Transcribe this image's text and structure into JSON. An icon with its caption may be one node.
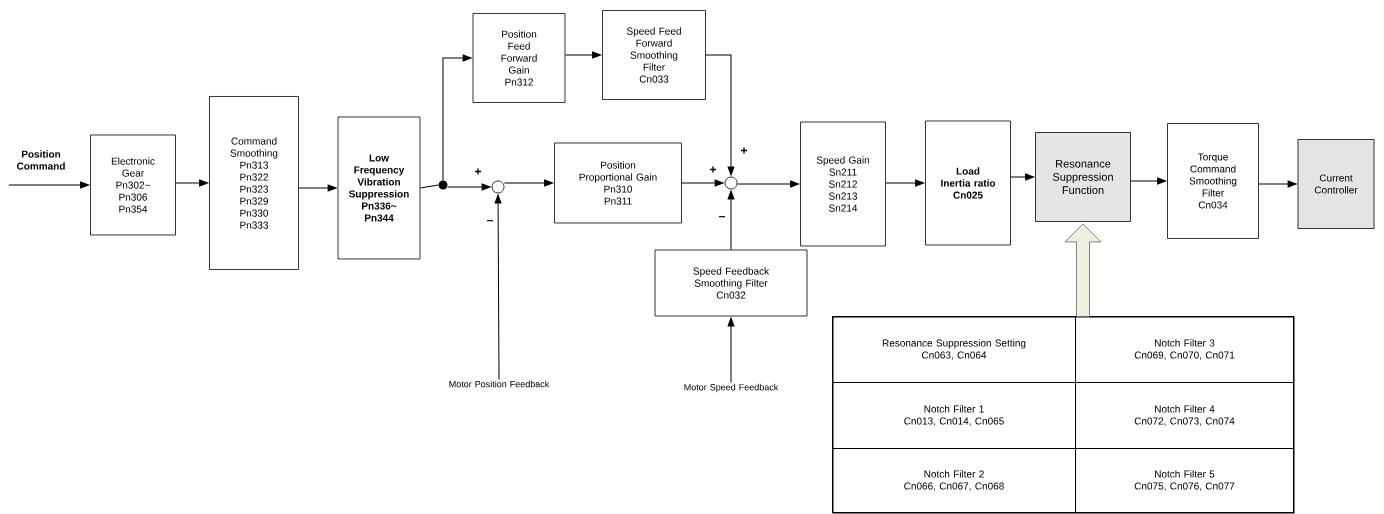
{
  "diagram": {
    "nodes": [
      {
        "text": [
          "Position Command"
        ]
      },
      {
        "text": [
          "Electronic Gear",
          "Pn302~ Pn306 Pn354"
        ]
      },
      {
        "text": [
          "Command Smoothing",
          "Pn313 Pn322 Pn323 Pn329 Pn330 Pn333"
        ]
      },
      {
        "text": [
          "Low Frequency Vibration Suppression",
          "Pn336~ Pn344"
        ]
      },
      {
        "text": [],
        "shape": "dot"
      },
      {
        "text": [
          "Position Feed Forward Gain",
          "Pn312"
        ]
      },
      {
        "text": [
          "Speed Feed Forward Smoothing Filter",
          "Cn033"
        ]
      },
      {
        "text": [],
        "shape": "circle"
      },
      {
        "text": [
          "Position Proportional Gain",
          "Pn310",
          "Pn311"
        ]
      },
      {
        "text": [],
        "shape": "circle"
      },
      {
        "text": [
          "Speed Feedback Smoothing Filter",
          "Cn032"
        ]
      },
      {
        "text": [
          "Speed Gain",
          "Sn211 Sn212 Sn213 Sn214"
        ]
      },
      {
        "text": [
          "Load Inertia ratio",
          "Cn025"
        ]
      },
      {
        "text": [
          "Resonance Suppression Function"
        ]
      },
      {
        "text": [
          "Torque Command Smoothing Filter",
          "Cn034"
        ]
      },
      {
        "text": [
          "Current Controller"
        ]
      },
      {
        "text": [
          "Motor Position Feedback"
        ]
      },
      {
        "text": [
          "Motor Speed Feedback"
        ]
      },
      {
        "text": [],
        "shape": "box"
      },
      {
        "text": [
          "Resonance Suppression Setting",
          "Cn063, Cn064"
        ],
        "in": 18
      },
      {
        "text": [
          "Notch Filter 3",
          "Cn069, Cn070, Cn071"
        ],
        "in": 18
      },
      {
        "text": [
          "Notch Filter 1",
          "Cn013, Cn014, Cn065"
        ],
        "in": 18
      },
      {
        "text": [
          "Notch Filter 4",
          "Cn072, Cn073, Cn074"
        ],
        "in": 18
      },
      {
        "text": [
          "Notch Filter 2",
          "Cn066, Cn067, Cn068"
        ],
        "in": 18
      },
      {
        "text": [
          "Notch Filter 5",
          "Cn075, Cn076, Cn077"
        ],
        "in": 18
      }
    ],
    "edges": [
      {
        "from": 0,
        "to": 1,
        "arrow": "to"
      },
      {
        "from": 1,
        "to": 2,
        "arrow": "to"
      },
      {
        "from": 2,
        "to": 3,
        "arrow": "to"
      },
      {
        "from": 3,
        "to": 4,
        "arrow": "none"
      },
      {
        "from": 4,
        "to": 5,
        "arrow": "to"
      },
      {
        "from": 4,
        "to": 7,
        "arrow": "to"
      },
      {
        "from": 5,
        "to": 6,
        "arrow": "to"
      },
      {
        "from": 6,
        "to": 9,
        "arrow": "to"
      },
      {
        "from": 7,
        "to": 8,
        "arrow": "to"
      },
      {
        "from": 8,
        "to": 9,
        "arrow": "to"
      },
      {
        "from": 10,
        "to": 9,
        "arrow": "to"
      },
      {
        "from": 16,
        "to": 7,
        "arrow": "to"
      },
      {
        "from": 17,
        "to": 10,
        "arrow": "to"
      },
      {
        "from": 9,
        "to": 11,
        "arrow": "to"
      },
      {
        "from": 11,
        "to": 12,
        "arrow": "to"
      },
      {
        "from": 12,
        "to": 13,
        "arrow": "to"
      },
      {
        "from": 13,
        "to": 14,
        "arrow": "to"
      },
      {
        "from": 14,
        "to": 15,
        "arrow": "to"
      },
      {
        "from": 18,
        "to": 13,
        "arrow": "to",
        "style": "thick",
        "color": "#eef0e0"
      }
    ],
    "labels": [
      "+",
      "–",
      "+",
      "+",
      "–"
    ]
  }
}
